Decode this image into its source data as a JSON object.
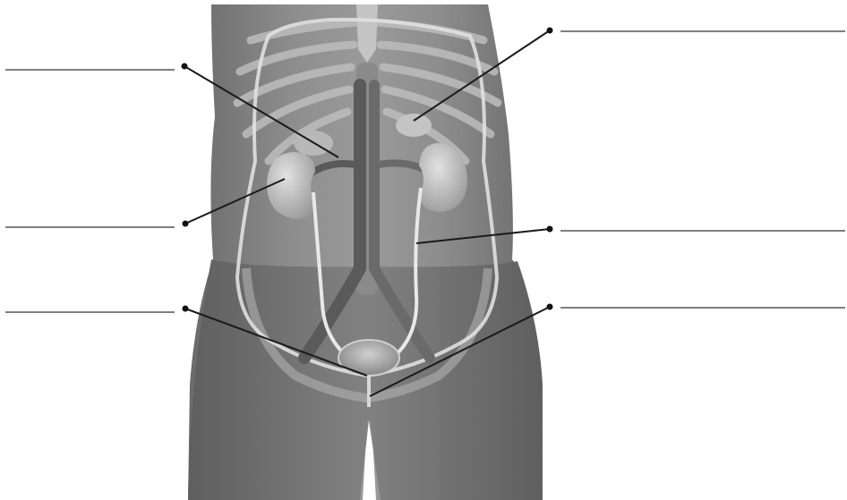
{
  "diagram": {
    "subject": "urinary-system-anatomy",
    "colors": {
      "background": "#ffffff",
      "body_dark": "#6e6e6e",
      "body_mid": "#8c8c8c",
      "body_light": "#b4b4b4",
      "organ": "#c8c8c8",
      "ureter": "#e6e6e6",
      "leader": "#1a1a1a",
      "blank_line": "#555555"
    },
    "labels": [
      {
        "id": "label-1",
        "text": ""
      },
      {
        "id": "label-2",
        "text": ""
      },
      {
        "id": "label-3",
        "text": ""
      },
      {
        "id": "label-4",
        "text": ""
      },
      {
        "id": "label-5",
        "text": ""
      },
      {
        "id": "label-6",
        "text": ""
      }
    ]
  }
}
